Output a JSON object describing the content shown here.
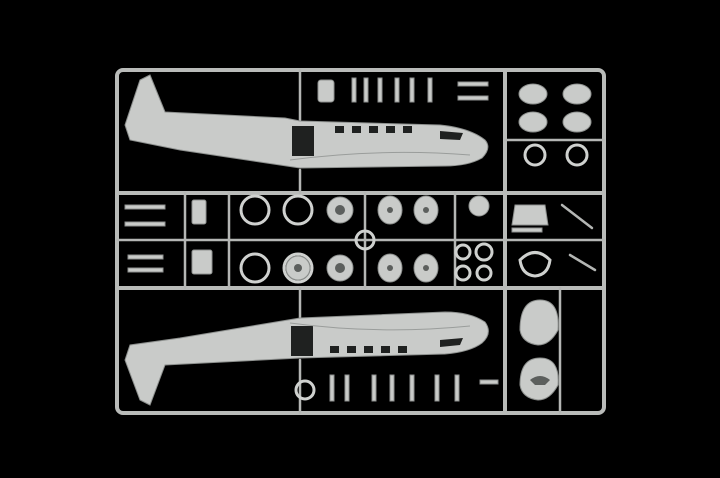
{
  "image": {
    "background_color": "#000000",
    "plastic_color": "#c9cbc9",
    "runner_color": "#b9bbb9"
  },
  "icons": [
    "fuselage-half",
    "wheel",
    "engine-cowling",
    "radial-engine",
    "propeller-spinner"
  ]
}
